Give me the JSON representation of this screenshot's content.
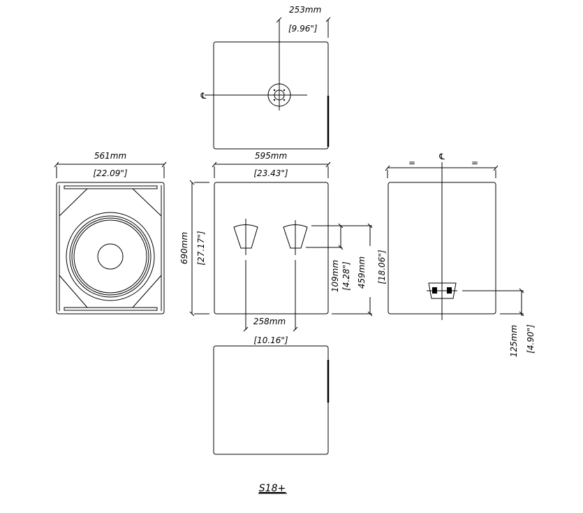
{
  "title": "S18+",
  "top_view": {
    "offset_mm": "253mm",
    "offset_in": "[9.96\"]",
    "centerline": "℄"
  },
  "front_view": {
    "width_mm": "561mm",
    "width_in": "[22.09\"]"
  },
  "rear_view": {
    "width_mm": "595mm",
    "width_in": "[23.43\"]",
    "height_mm": "690mm",
    "height_in": "[27.17\"]",
    "port_spacing_mm": "258mm",
    "port_spacing_in": "[10.16\"]",
    "port_height_mm": "109mm",
    "port_height_in": "[4.28\"]",
    "port_top_mm": "459mm",
    "port_top_in": "[18.06\"]"
  },
  "side_view": {
    "centerline": "℄",
    "equal_left": "=",
    "equal_right": "=",
    "connector_height_mm": "125mm",
    "connector_height_in": "[4.90\"]"
  },
  "colors": {
    "line": "#000000",
    "background": "#ffffff"
  }
}
